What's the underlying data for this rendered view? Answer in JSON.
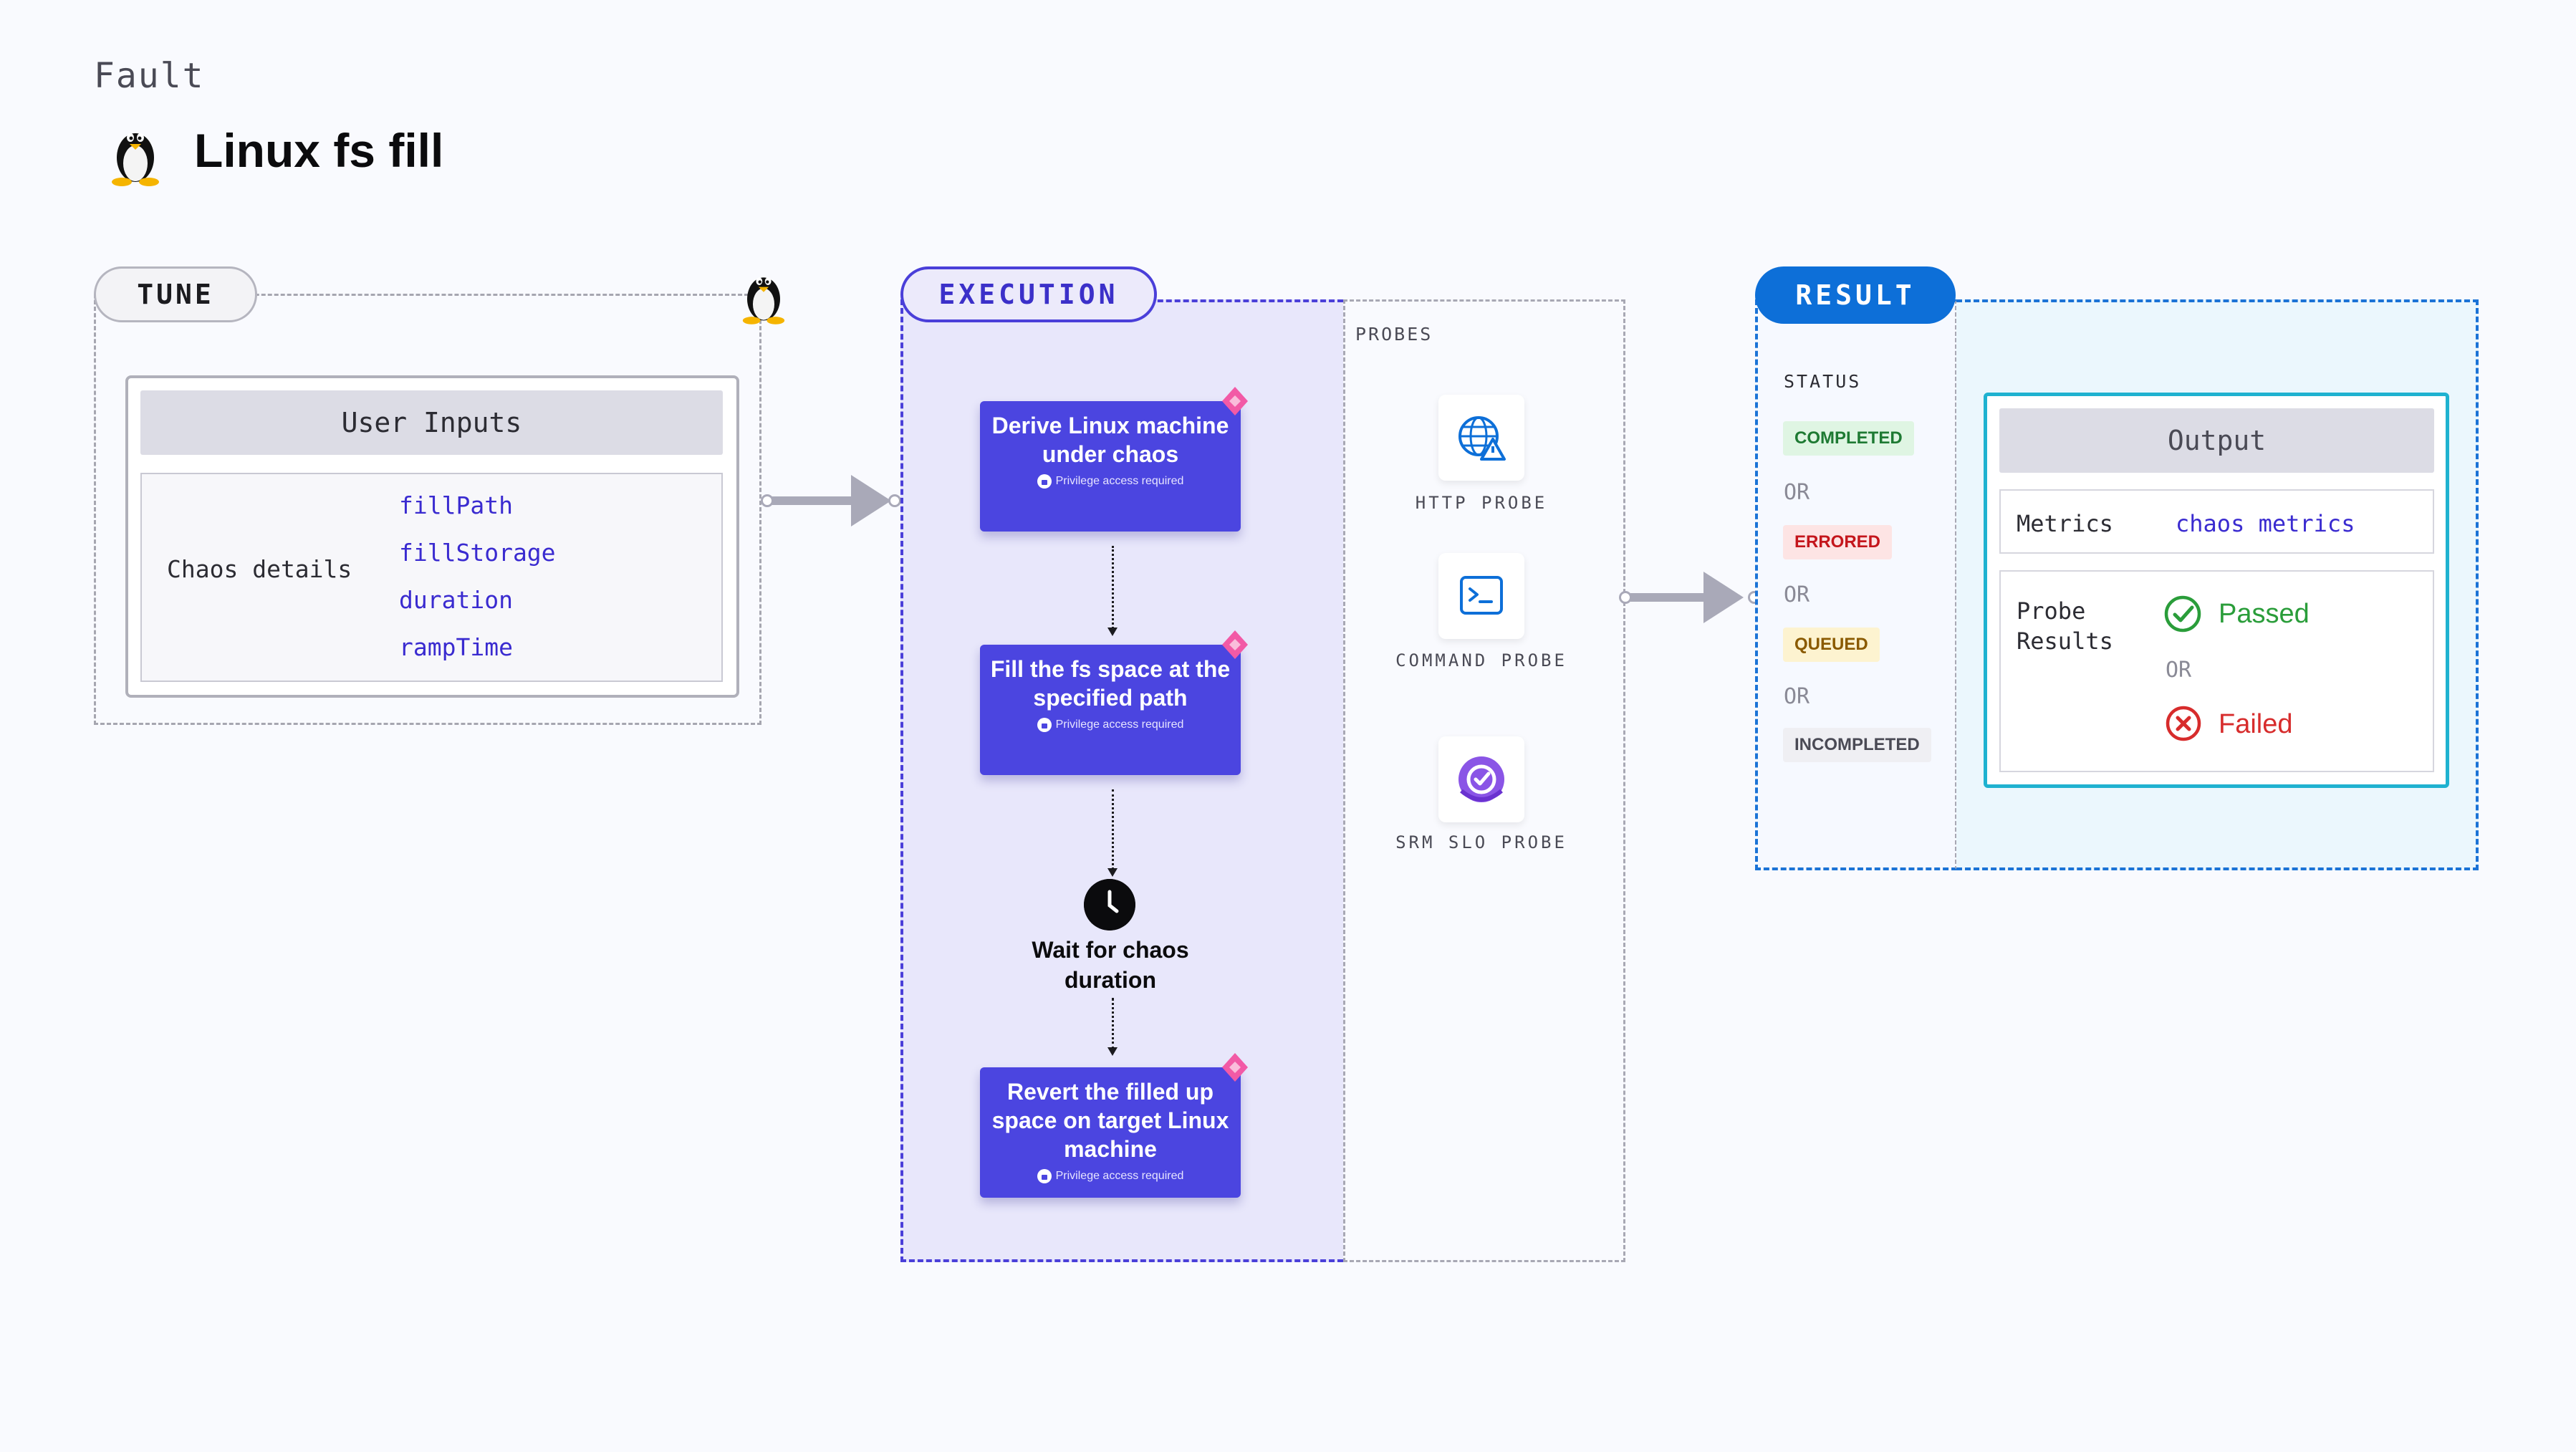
{
  "header": {
    "section_label": "Fault",
    "title": "Linux fs fill",
    "title_icon": "linux-penguin-icon"
  },
  "tune": {
    "pill_label": "TUNE",
    "user_inputs_title": "User Inputs",
    "row_label": "Chaos details",
    "params": [
      "fillPath",
      "fillStorage",
      "duration",
      "rampTime"
    ]
  },
  "execution": {
    "pill_label": "EXECUTION",
    "steps": [
      {
        "title": "Derive Linux machine under chaos",
        "note": "Privilege access required"
      },
      {
        "title": "Fill the fs space at the specified path",
        "note": "Privilege access required"
      },
      {
        "title": "Revert the filled up space on target Linux machine",
        "note": "Privilege access required"
      }
    ],
    "wait_text": "Wait for chaos duration",
    "probes_label": "PROBES",
    "probes": [
      {
        "label": "HTTP PROBE",
        "icon": "globe-warning-icon"
      },
      {
        "label": "COMMAND PROBE",
        "icon": "terminal-icon"
      },
      {
        "label": "SRM SLO PROBE",
        "icon": "srm-slo-icon"
      }
    ]
  },
  "result": {
    "pill_label": "RESULT",
    "status_label": "STATUS",
    "statuses": [
      {
        "label": "COMPLETED",
        "bg": "#dff5e3",
        "fg": "#1e7a33"
      },
      {
        "label": "ERRORED",
        "bg": "#fde4e4",
        "fg": "#c4161c"
      },
      {
        "label": "QUEUED",
        "bg": "#fdf3d0",
        "fg": "#8a5a00"
      },
      {
        "label": "INCOMPLETED",
        "bg": "#efeff3",
        "fg": "#4a4a55"
      }
    ],
    "or_text": "OR",
    "output_title": "Output",
    "metrics_label": "Metrics",
    "metrics_value": "chaos metrics",
    "probe_results_label": "Probe Results",
    "passed": "Passed",
    "failed": "Failed"
  },
  "colors": {
    "execution_accent": "#4a3fd9",
    "result_accent": "#0d6fd8",
    "output_border": "#1fb2d0",
    "passed": "#2a9d3a",
    "failed": "#d72c2c"
  }
}
